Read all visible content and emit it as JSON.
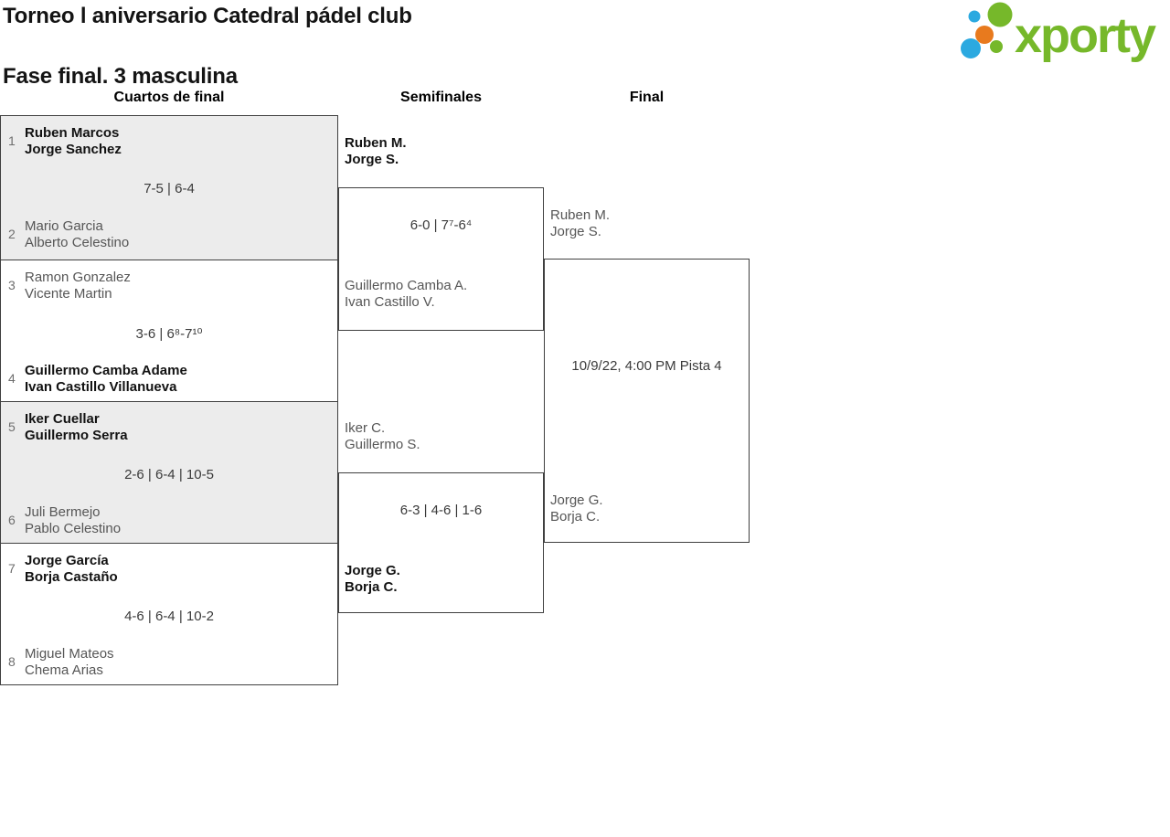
{
  "header": {
    "title_line1": "Torneo l aniversario Catedral pádel club",
    "title_line2": "Fase final. 3 masculina",
    "logo_text": "xporty"
  },
  "colors": {
    "brand_green": "#76b82a",
    "brand_blue": "#2ba9e0",
    "brand_orange": "#e87a1e",
    "border": "#3f3f3f",
    "shaded_block_bg": "#ececec",
    "winner_text": "#121212",
    "regular_text": "#565656"
  },
  "columns": {
    "quarterfinals": "Cuartos de final",
    "semifinals": "Semifinales",
    "final": "Final"
  },
  "bracket": {
    "quarterfinals": [
      {
        "seed_top": "1",
        "team_top": "Ruben Marcos\nJorge Sanchez",
        "score": "7-5 | 6-4",
        "seed_bottom": "2",
        "team_bottom": "Mario Garcia\nAlberto Celestino"
      },
      {
        "seed_top": "3",
        "team_top": "Ramon Gonzalez\nVicente Martin",
        "score": "3-6 | 6⁸-7¹⁰",
        "seed_bottom": "4",
        "team_bottom": "Guillermo Camba Adame\nIvan Castillo Villanueva"
      },
      {
        "seed_top": "5",
        "team_top": "Iker Cuellar\nGuillermo Serra",
        "score": "2-6 | 6-4 | 10-5",
        "seed_bottom": "6",
        "team_bottom": "Juli Bermejo\nPablo Celestino"
      },
      {
        "seed_top": "7",
        "team_top": "Jorge García\nBorja Castaño",
        "score": "4-6 | 6-4 | 10-2",
        "seed_bottom": "8",
        "team_bottom": "Miguel Mateos\nChema Arias"
      }
    ],
    "semifinals": [
      {
        "team_top": "Ruben M.\nJorge S.",
        "score": "6-0 | 7⁷-6⁴",
        "team_bottom": "Guillermo Camba A.\nIvan Castillo V."
      },
      {
        "team_top": "Iker C.\nGuillermo S.",
        "score": "6-3 | 4-6 | 1-6",
        "team_bottom": "Jorge G.\nBorja C."
      }
    ],
    "final": {
      "team_top": "Ruben M.\nJorge S.",
      "team_bottom": "Jorge G.\nBorja C.",
      "schedule": "10/9/22, 4:00 PM Pista 4"
    }
  }
}
